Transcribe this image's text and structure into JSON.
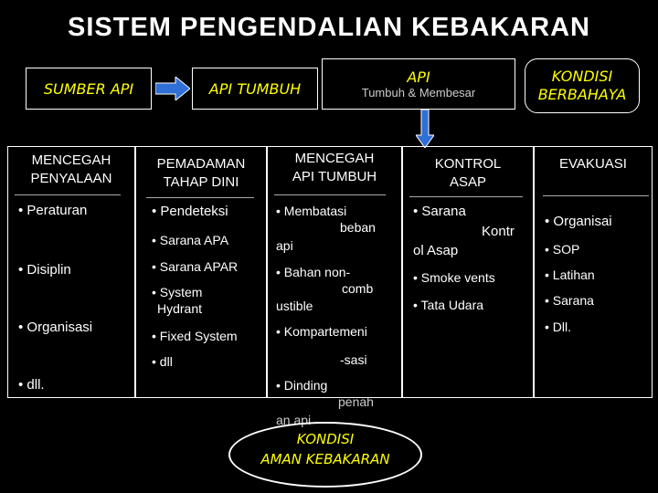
{
  "title": "SISTEM PENGENDALIAN KEBAKARAN",
  "headers": {
    "sumber": "SUMBER API",
    "api_tumbuh": "API TUMBUH",
    "api": "API",
    "api_sub": "Tumbuh & Membesar",
    "kondisi_line1": "KONDISI",
    "kondisi_line2": "BERBAHAYA"
  },
  "columns": {
    "c1": {
      "head1": "MENCEGAH",
      "head2": "PENYALAAN",
      "items": [
        "• Peraturan",
        "• Disiplin",
        "• Organisasi",
        "• dll."
      ]
    },
    "c2": {
      "head1": "PEMADAMAN",
      "head2": "TAHAP DINI",
      "items": [
        "• Pendeteksi",
        "• Sarana APA",
        "• Sarana APAR",
        "• System",
        "Hydrant",
        "• Fixed System",
        "• dll"
      ]
    },
    "c3": {
      "head1": "MENCEGAH",
      "head2": "API TUMBUH",
      "items": [
        "• Membatasi",
        "beban",
        "api",
        "• Bahan non-",
        "comb",
        "ustible",
        "• Kompartemeni",
        "-sasi",
        "• Dinding",
        "penah",
        "an api"
      ]
    },
    "c4": {
      "head1": "KONTROL",
      "head2": "ASAP",
      "items": [
        "• Sarana",
        "Kontr",
        "ol Asap",
        "• Smoke vents",
        "• Tata Udara"
      ]
    },
    "c5": {
      "head1": "EVAKUASI",
      "items": [
        "• Organisai",
        "• SOP",
        "• Latihan",
        "• Sarana",
        "• Dll."
      ]
    }
  },
  "footer": {
    "line1": "KONDISI",
    "line2": "AMAN KEBAKARAN"
  },
  "colors": {
    "accent": "#ffff00",
    "arrow": "#2f6fd6",
    "border": "#ffffff"
  }
}
